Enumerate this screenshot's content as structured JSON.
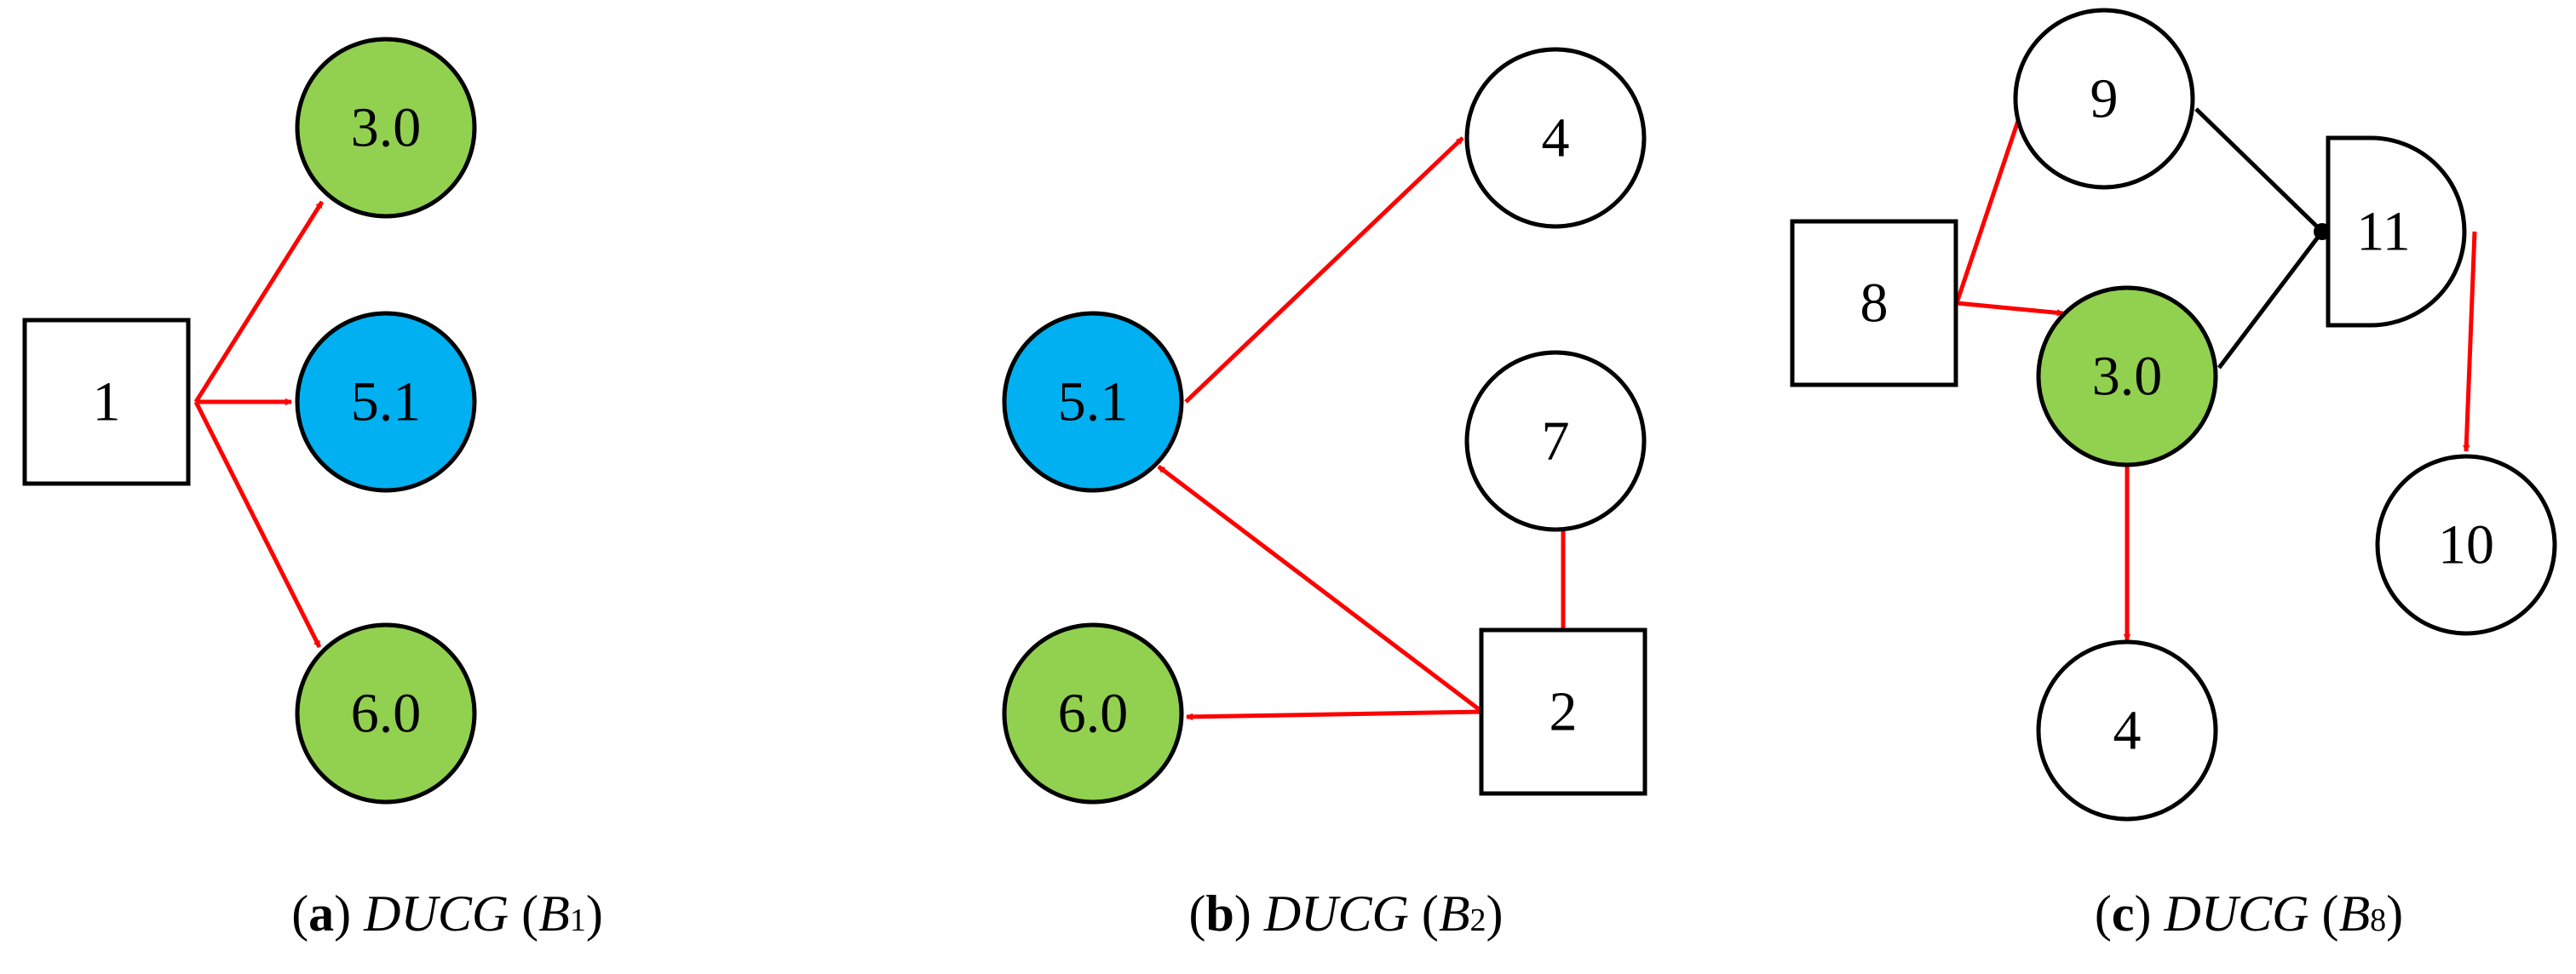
{
  "colors": {
    "green": "#92d050",
    "blue": "#00b0f0",
    "white": "#ffffff",
    "stroke": "#000000",
    "arrow": "#ff0000"
  },
  "panels": [
    {
      "id": "a",
      "caption": {
        "letter": "a",
        "name": "DUCG",
        "variable": "B",
        "subscript": "1"
      },
      "nodes": [
        {
          "id": "a1",
          "label": "1",
          "shape": "square",
          "fill": "white"
        },
        {
          "id": "a30",
          "label": "3.0",
          "shape": "circle",
          "fill": "green"
        },
        {
          "id": "a51",
          "label": "5.1",
          "shape": "circle",
          "fill": "blue"
        },
        {
          "id": "a60",
          "label": "6.0",
          "shape": "circle",
          "fill": "green"
        }
      ],
      "edges": [
        {
          "from": "a1",
          "to": "a30",
          "kind": "arrow"
        },
        {
          "from": "a1",
          "to": "a51",
          "kind": "arrow"
        },
        {
          "from": "a1",
          "to": "a60",
          "kind": "arrow"
        }
      ]
    },
    {
      "id": "b",
      "caption": {
        "letter": "b",
        "name": "DUCG",
        "variable": "B",
        "subscript": "2"
      },
      "nodes": [
        {
          "id": "b4",
          "label": "4",
          "shape": "circle",
          "fill": "white"
        },
        {
          "id": "b7",
          "label": "7",
          "shape": "circle",
          "fill": "white"
        },
        {
          "id": "b51",
          "label": "5.1",
          "shape": "circle",
          "fill": "blue"
        },
        {
          "id": "b60",
          "label": "6.0",
          "shape": "circle",
          "fill": "green"
        },
        {
          "id": "b2",
          "label": "2",
          "shape": "square",
          "fill": "white"
        }
      ],
      "edges": [
        {
          "from": "b51",
          "to": "b4",
          "kind": "arrow"
        },
        {
          "from": "b2",
          "to": "b51",
          "kind": "arrow"
        },
        {
          "from": "b2",
          "to": "b60",
          "kind": "arrow"
        },
        {
          "from": "b2",
          "to": "b7",
          "kind": "arrow"
        }
      ]
    },
    {
      "id": "c",
      "caption": {
        "letter": "c",
        "name": "DUCG",
        "variable": "B",
        "subscript": "8"
      },
      "nodes": [
        {
          "id": "c8",
          "label": "8",
          "shape": "square",
          "fill": "white"
        },
        {
          "id": "c9",
          "label": "9",
          "shape": "circle",
          "fill": "white"
        },
        {
          "id": "c30",
          "label": "3.0",
          "shape": "circle",
          "fill": "green"
        },
        {
          "id": "c11",
          "label": "11",
          "shape": "gate",
          "fill": "white"
        },
        {
          "id": "c10",
          "label": "10",
          "shape": "circle",
          "fill": "white"
        },
        {
          "id": "c4",
          "label": "4",
          "shape": "circle",
          "fill": "white"
        }
      ],
      "edges": [
        {
          "from": "c8",
          "to": "c9",
          "kind": "arrow"
        },
        {
          "from": "c8",
          "to": "c30",
          "kind": "arrow"
        },
        {
          "from": "c9",
          "to": "c11",
          "kind": "line"
        },
        {
          "from": "c30",
          "to": "c11",
          "kind": "line"
        },
        {
          "from": "c11",
          "to": "c10",
          "kind": "arrow"
        },
        {
          "from": "c30",
          "to": "c4",
          "kind": "arrow"
        }
      ]
    }
  ]
}
